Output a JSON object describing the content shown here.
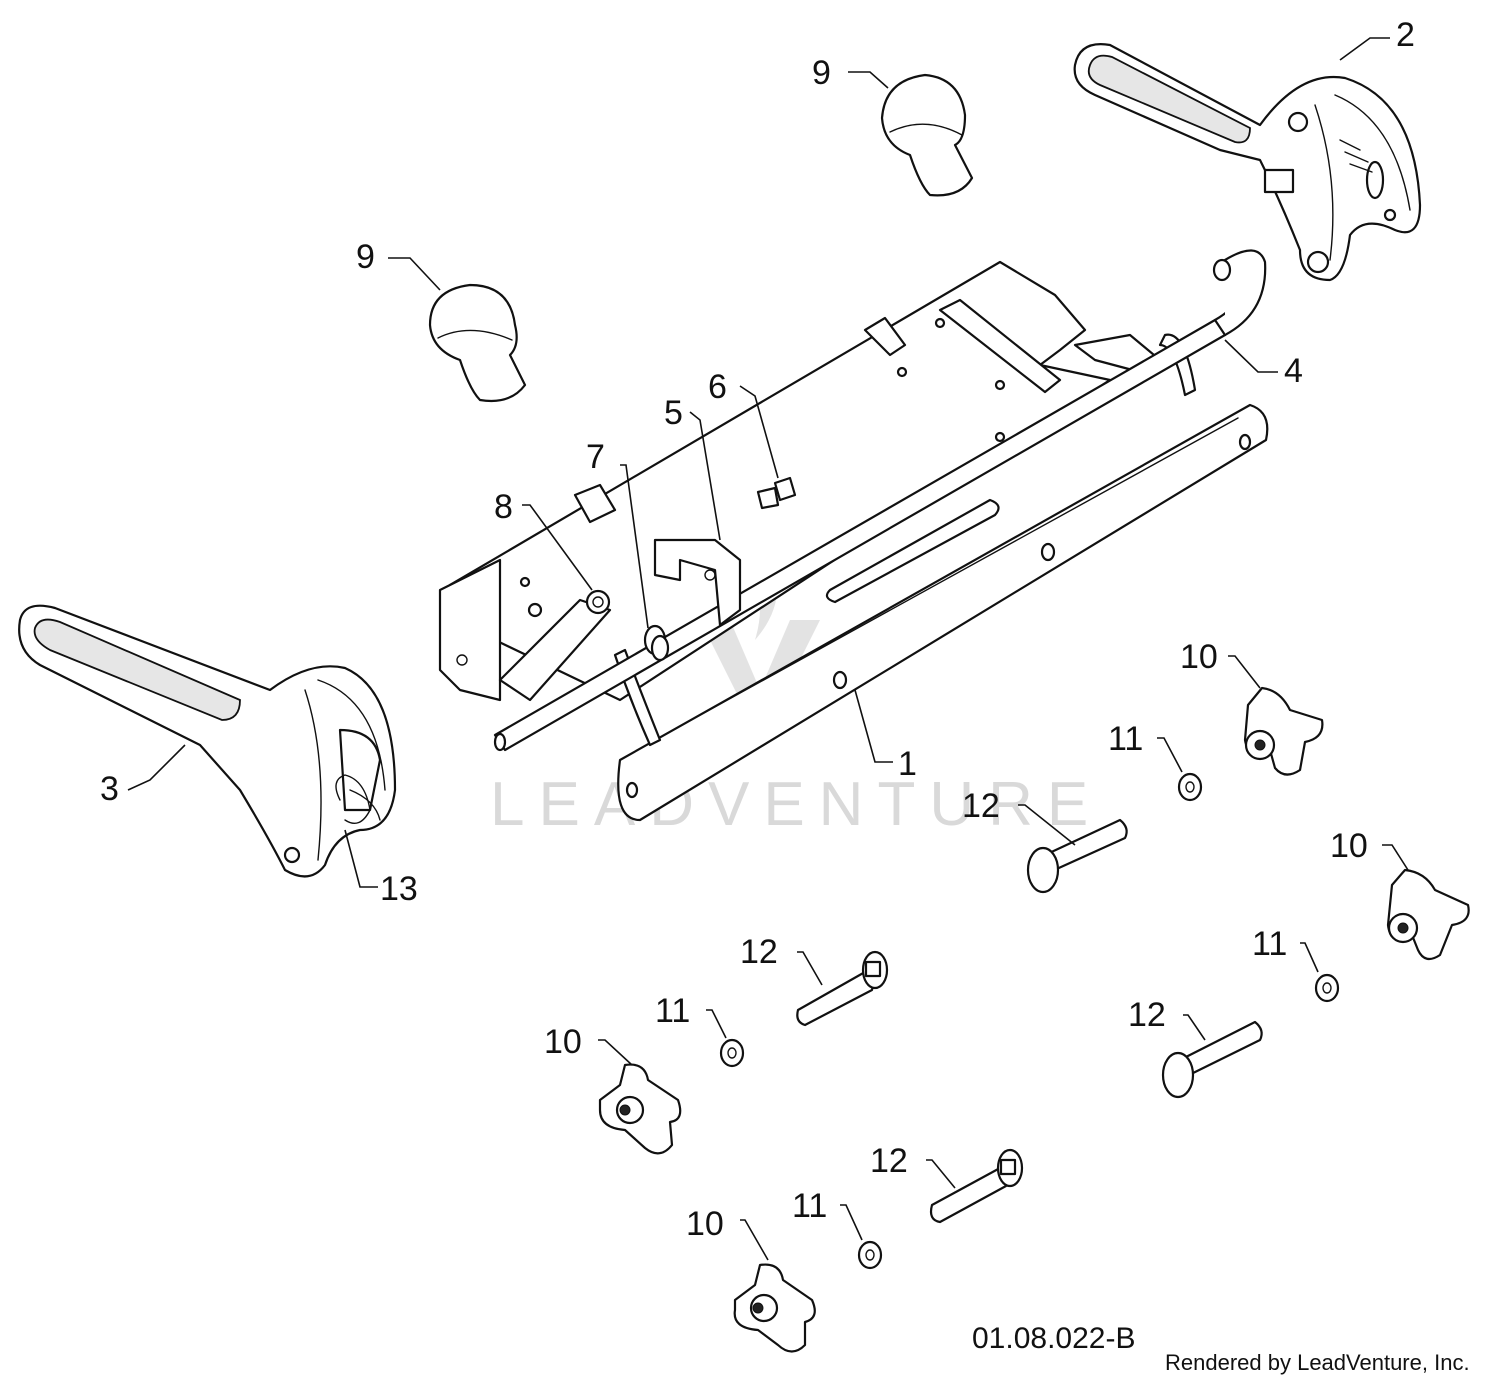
{
  "diagram": {
    "drawing_code": "01.08.022-B",
    "render_credit": "Rendered by LeadVenture, Inc.",
    "watermark_text": "LEADVENTURE",
    "callouts": {
      "c1": "1",
      "c2": "2",
      "c3": "3",
      "c4": "4",
      "c5": "5",
      "c6": "6",
      "c7": "7",
      "c8": "8",
      "c9a": "9",
      "c9b": "9",
      "c10a": "10",
      "c10b": "10",
      "c10c": "10",
      "c10d": "10",
      "c11a": "11",
      "c11b": "11",
      "c11c": "11",
      "c11d": "11",
      "c12a": "12",
      "c12b": "12",
      "c12c": "12",
      "c12d": "12",
      "c13": "13"
    }
  }
}
